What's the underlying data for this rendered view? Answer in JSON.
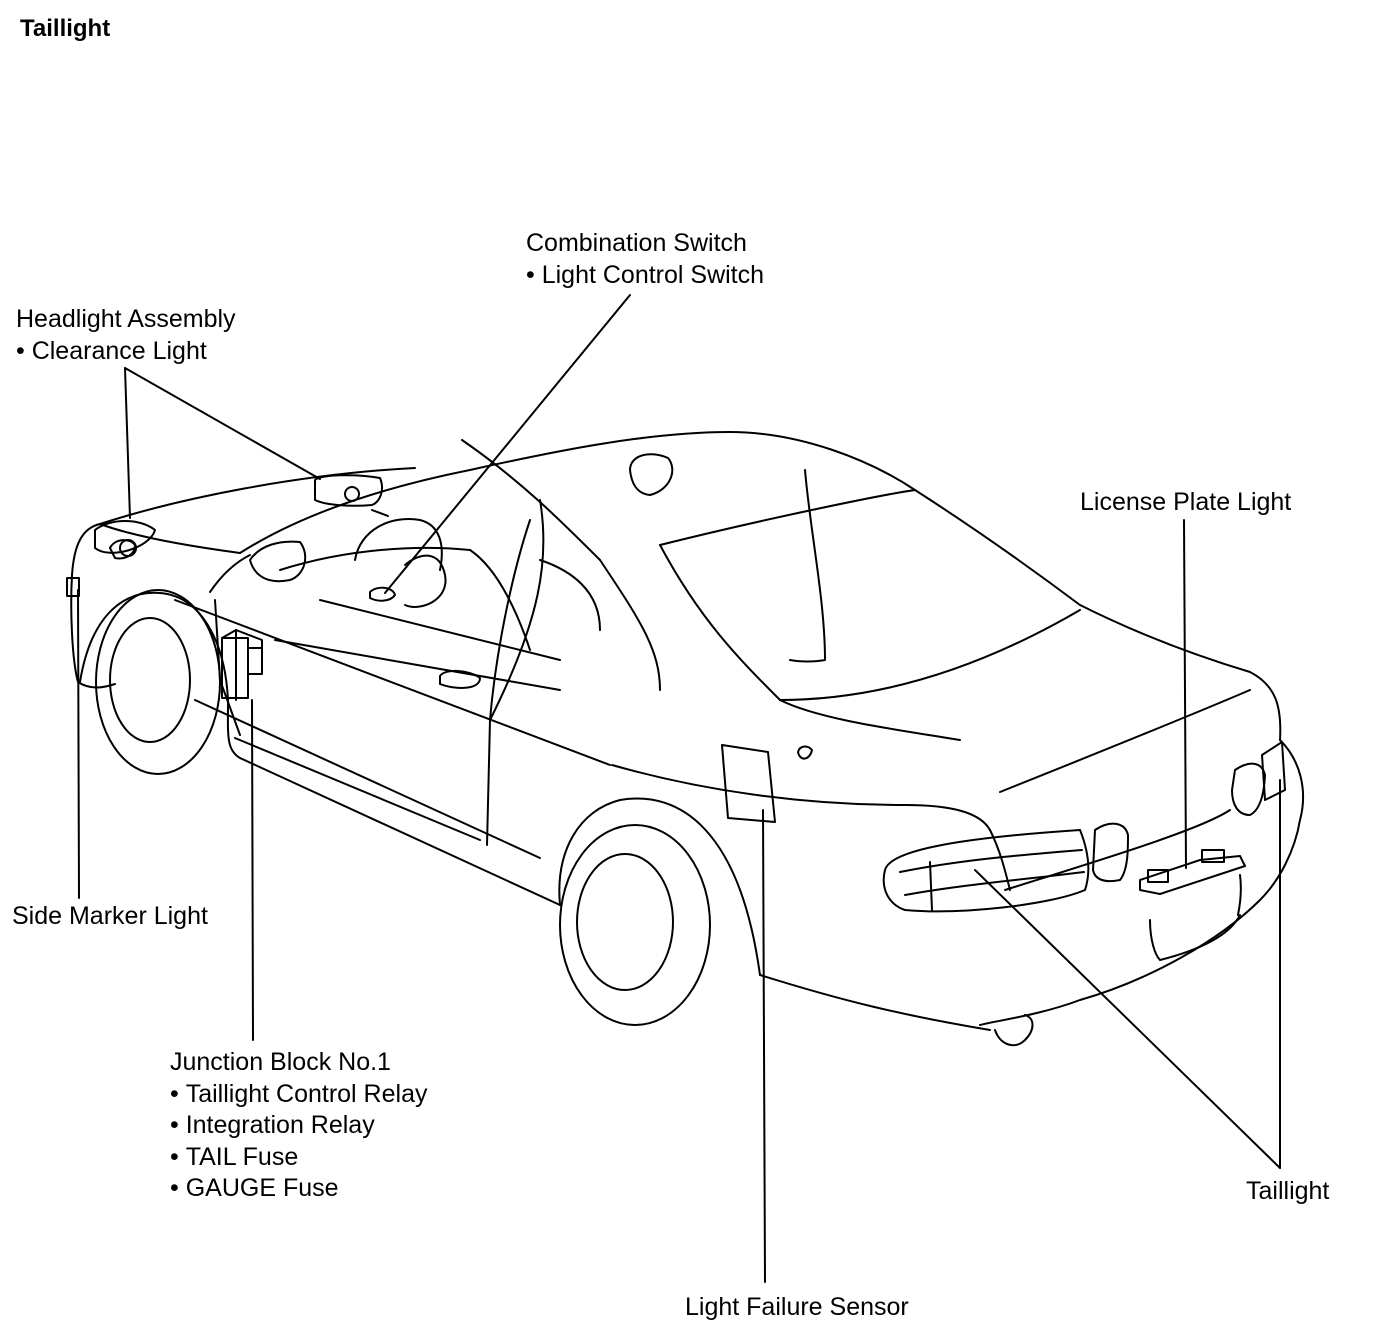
{
  "title": "Taillight",
  "labels": {
    "combination_switch": {
      "name": "Combination Switch",
      "items": [
        "Light Control Switch"
      ]
    },
    "headlight_assembly": {
      "name": "Headlight Assembly",
      "items": [
        "Clearance Light"
      ]
    },
    "license_plate_light": {
      "name": "License Plate Light"
    },
    "side_marker_light": {
      "name": "Side Marker Light"
    },
    "junction_block": {
      "name": "Junction Block No.1",
      "items": [
        "Taillight Control Relay",
        "Integration Relay",
        "TAIL Fuse",
        "GAUGE Fuse"
      ]
    },
    "taillight": {
      "name": "Taillight"
    },
    "light_failure_sensor": {
      "name": "Light Failure Sensor"
    }
  }
}
